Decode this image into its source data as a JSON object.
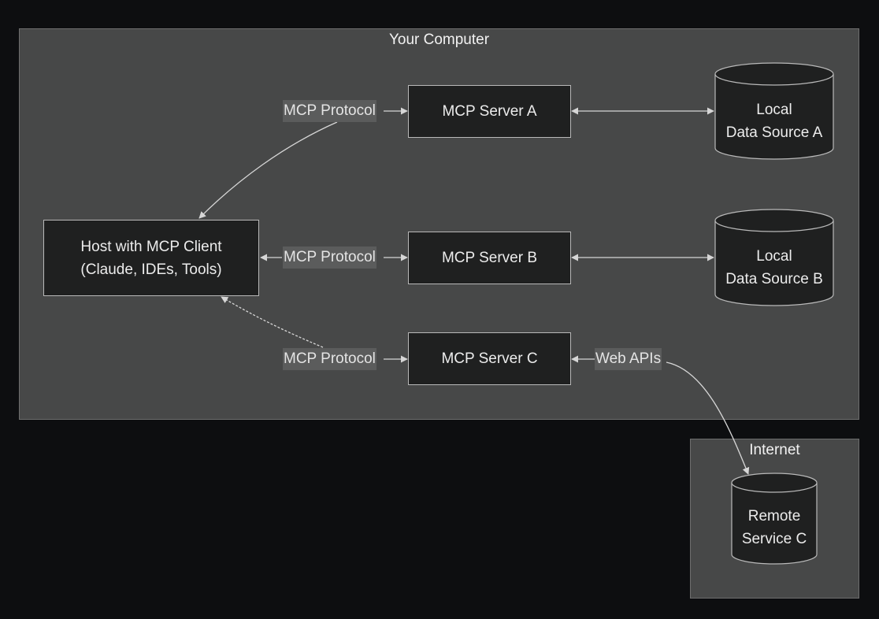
{
  "groups": {
    "your_computer": "Your Computer",
    "internet": "Internet"
  },
  "nodes": {
    "host": "Host with MCP Client\n(Claude, IDEs, Tools)",
    "server_a": "MCP Server A",
    "server_b": "MCP Server B",
    "server_c": "MCP Server C",
    "local_a": "Local\nData Source A",
    "local_b": "Local\nData Source B",
    "remote_c": "Remote\nService C"
  },
  "edges": {
    "host_a": "MCP Protocol",
    "host_b": "MCP Protocol",
    "host_c": "MCP Protocol",
    "c_remote": "Web APIs"
  },
  "colors": {
    "background": "#0d0e10",
    "group_fill": "#474848",
    "node_fill": "#1f2020",
    "stroke": "#b9b9b9",
    "edge_label_fill": "#5b5c5c"
  }
}
